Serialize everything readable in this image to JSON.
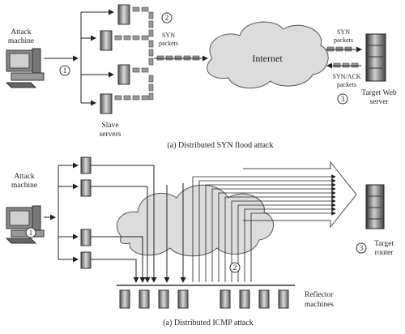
{
  "top": {
    "attacker_label": [
      "Attack",
      "machine"
    ],
    "slaves_label": [
      "Slave",
      "servers"
    ],
    "syn_left": [
      "SYN",
      "packets"
    ],
    "syn_right": [
      "SYN",
      "packets"
    ],
    "synack": [
      "SYN/ACK",
      "packets"
    ],
    "cloud_label": "Internet",
    "target_label": [
      "Target Web",
      "server"
    ],
    "steps": [
      "1",
      "2",
      "3"
    ],
    "caption": "(a) Distributed SYN flood attack"
  },
  "bottom": {
    "attacker_label": [
      "Attack",
      "machine"
    ],
    "reflectors_label": [
      "Reflector",
      "machines"
    ],
    "target_label": [
      "Target",
      "router"
    ],
    "steps": [
      "1",
      "2",
      "3"
    ],
    "caption": "(a) Distributed ICMP attack"
  }
}
